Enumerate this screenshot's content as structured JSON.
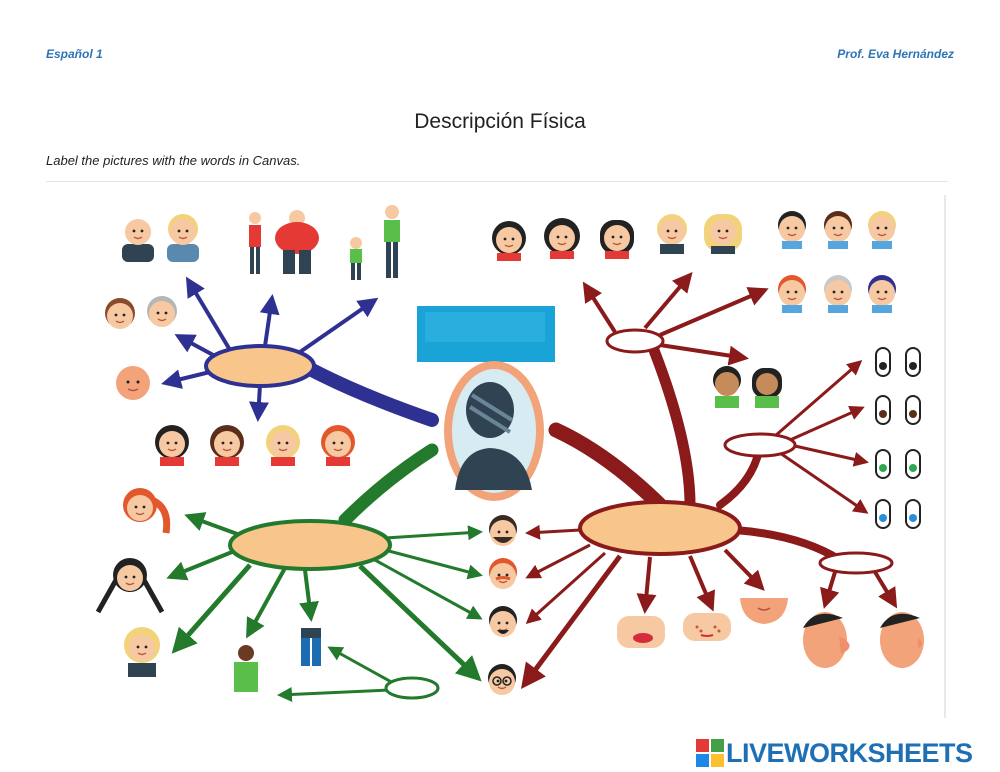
{
  "header": {
    "left": "Español 1",
    "right": "Prof. Eva Hernández"
  },
  "title": "Descripción Física",
  "instructions": "Label the pictures with the words in Canvas.",
  "footer": {
    "brand": "LIVEWORKSHEETS"
  },
  "colors": {
    "blue_branch": "#2e3192",
    "green_branch": "#237a2c",
    "red_branch": "#8b1a1a",
    "oval_fill": "#f8c58a",
    "label_box": "#1aa3d6",
    "brand": "#1f6fb5"
  }
}
